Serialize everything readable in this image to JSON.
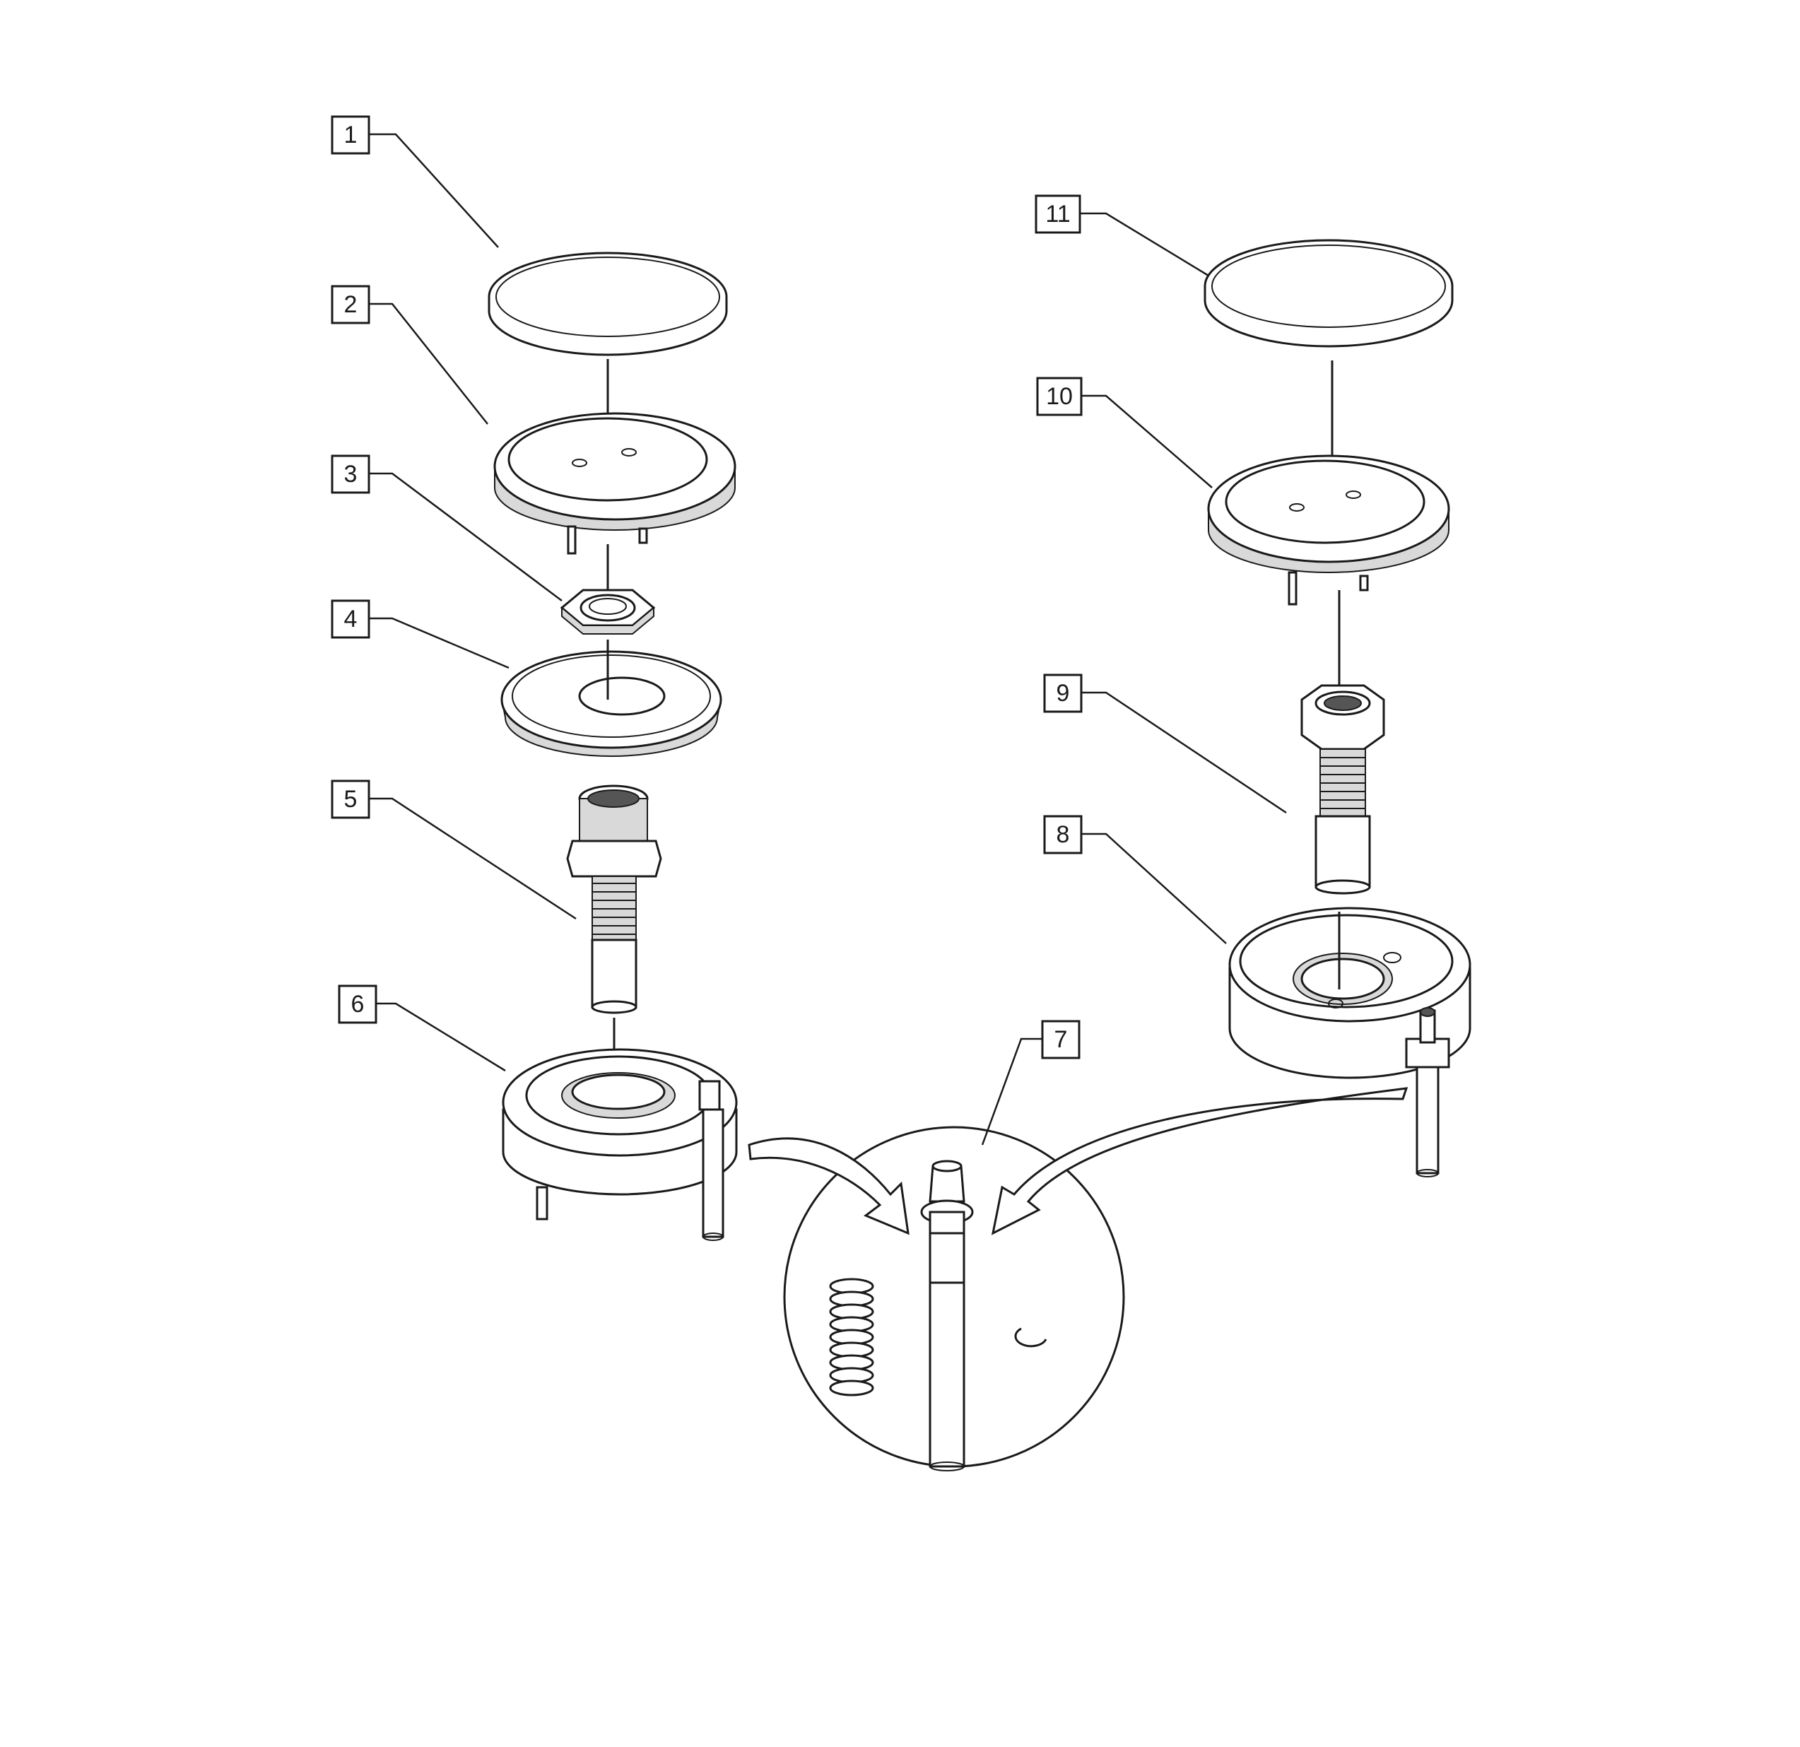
{
  "callouts": [
    {
      "id": "1",
      "label": "1"
    },
    {
      "id": "2",
      "label": "2"
    },
    {
      "id": "3",
      "label": "3"
    },
    {
      "id": "4",
      "label": "4"
    },
    {
      "id": "5",
      "label": "5"
    },
    {
      "id": "6",
      "label": "6"
    },
    {
      "id": "7",
      "label": "7"
    },
    {
      "id": "8",
      "label": "8"
    },
    {
      "id": "9",
      "label": "9"
    },
    {
      "id": "10",
      "label": "10"
    },
    {
      "id": "11",
      "label": "11"
    }
  ],
  "parts": [
    {
      "name": "burner-cap-left",
      "icon": "disc-cap"
    },
    {
      "name": "burner-crown-left",
      "icon": "burner-ring"
    },
    {
      "name": "hex-nut",
      "icon": "hex-nut"
    },
    {
      "name": "flame-spreader",
      "icon": "dish"
    },
    {
      "name": "injector-threaded",
      "icon": "threaded-pipe"
    },
    {
      "name": "burner-base-left",
      "icon": "burner-base"
    },
    {
      "name": "detail-electrode",
      "icon": "electrode-pin"
    },
    {
      "name": "burner-base-right",
      "icon": "burner-base"
    },
    {
      "name": "injector-right",
      "icon": "threaded-pipe"
    },
    {
      "name": "burner-crown-right",
      "icon": "burner-ring"
    },
    {
      "name": "burner-cap-right",
      "icon": "disc-cap"
    }
  ]
}
